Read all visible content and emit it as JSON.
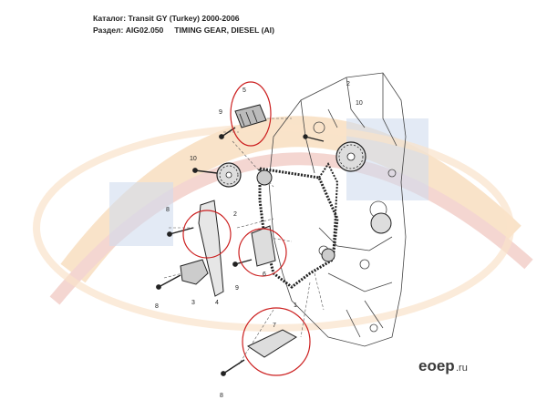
{
  "header": {
    "catalog_line": "Каталог: Transit GY (Turkey) 2000-2006",
    "section_code": "Раздел: AIG02.050",
    "section_title": "TIMING GEAR, DIESEL (AI)"
  },
  "callouts": {
    "c1": "1",
    "c2a": "2",
    "c2b": "2",
    "c3": "3",
    "c4": "4",
    "c5": "5",
    "c6": "6",
    "c7": "7",
    "c8a": "8",
    "c8b": "8",
    "c8c": "8",
    "c9a": "9",
    "c9b": "9",
    "c10a": "10",
    "c10b": "10"
  },
  "watermark": {
    "brand": "eoep",
    "tld": ".ru"
  },
  "colors": {
    "highlight_circle": "#cc2020",
    "line_art": "#333333",
    "chain": "#222222",
    "watermark_blue": "#9ab3d8",
    "watermark_red": "#e8a59a",
    "watermark_orange": "#f3c28a"
  }
}
